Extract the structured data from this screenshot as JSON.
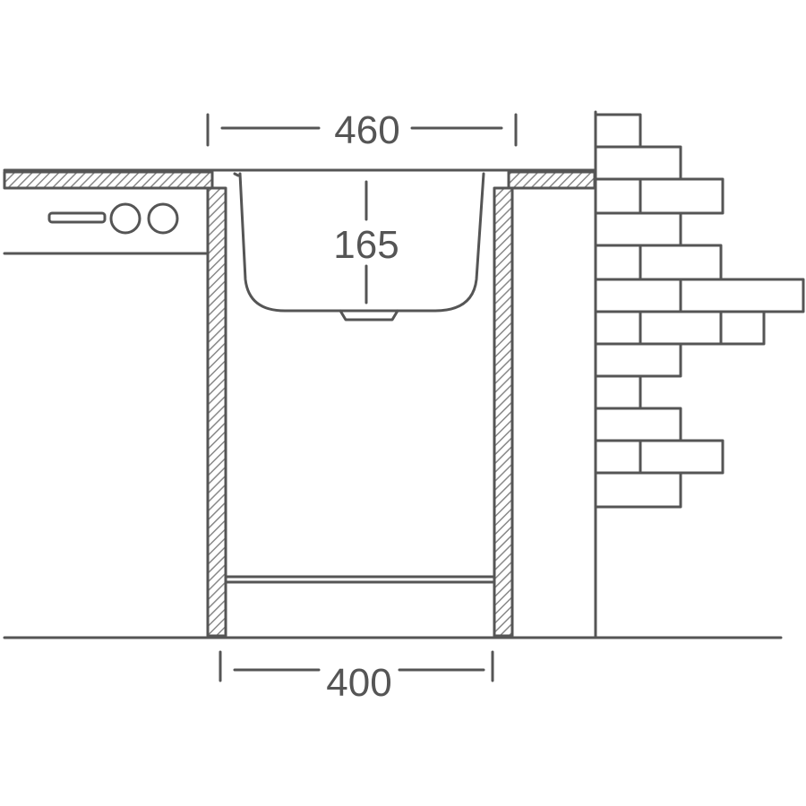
{
  "dimensions": {
    "top_width": "460",
    "depth": "165",
    "bottom_width": "400"
  },
  "colors": {
    "line": "#555555",
    "hatch": "#888888",
    "background": "#ffffff"
  }
}
